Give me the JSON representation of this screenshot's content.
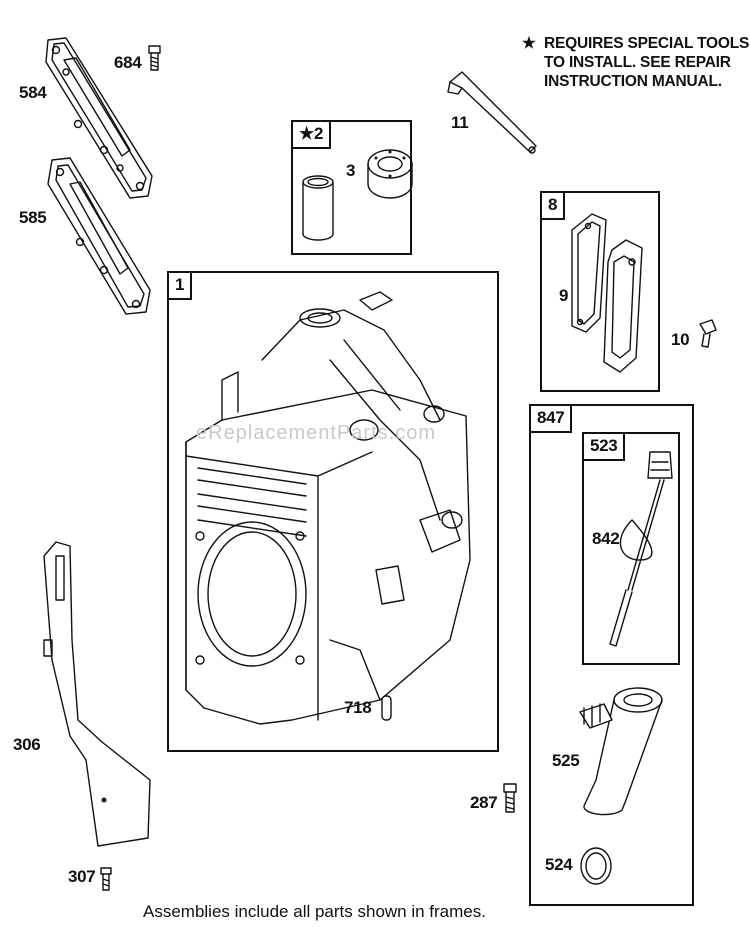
{
  "note": {
    "star": "★",
    "lines": [
      "REQUIRES SPECIAL TOOLS",
      "TO INSTALL.  SEE REPAIR",
      "INSTRUCTION MANUAL."
    ]
  },
  "frames": {
    "f1": "1",
    "f2": "★2",
    "f8": "8",
    "f847": "847",
    "f523": "523"
  },
  "labels": {
    "p584": "584",
    "p684": "684",
    "p585": "585",
    "p11": "11",
    "p3": "3",
    "p9": "9",
    "p10": "10",
    "p842": "842",
    "p525": "525",
    "p524": "524",
    "p718": "718",
    "p287": "287",
    "p306": "306",
    "p307": "307"
  },
  "watermark": "eReplacementParts.com",
  "footer": "Assemblies include all parts shown in frames."
}
